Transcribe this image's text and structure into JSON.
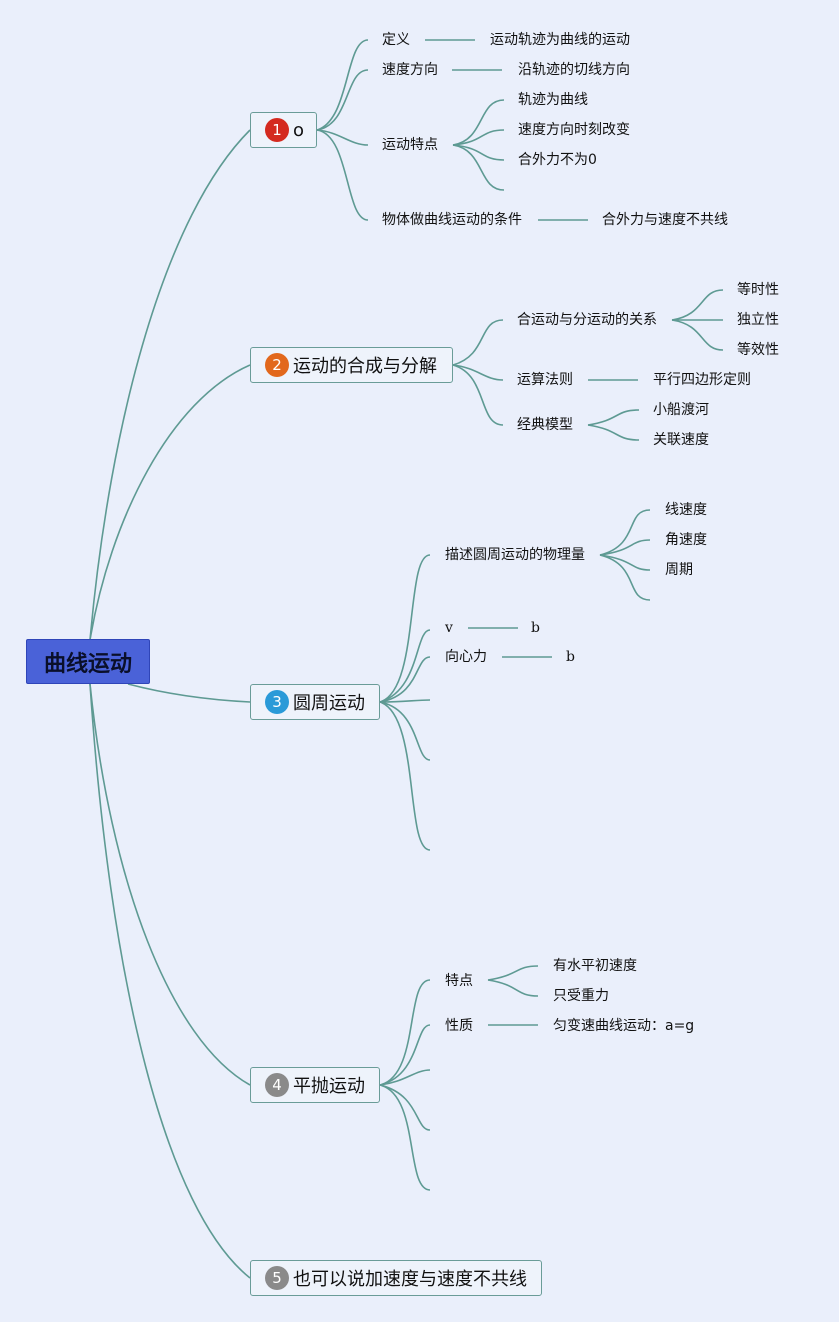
{
  "root": {
    "label": "曲线运动",
    "color": "#4a62d8"
  },
  "line_color": "#5e9a93",
  "topics": [
    {
      "badge": "1",
      "badge_color": "#d42a1f",
      "label": "o",
      "children": [
        {
          "label": "定义",
          "children": [
            {
              "label": "运动轨迹为曲线的运动"
            }
          ]
        },
        {
          "label": "速度方向",
          "children": [
            {
              "label": "沿轨迹的切线方向"
            }
          ]
        },
        {
          "label": "运动特点",
          "children": [
            {
              "label": "轨迹为曲线"
            },
            {
              "label": "速度方向时刻改变"
            },
            {
              "label": "合外力不为0"
            },
            {
              "label": ""
            }
          ]
        },
        {
          "label": "物体做曲线运动的条件",
          "children": [
            {
              "label": "合外力与速度不共线"
            }
          ]
        }
      ]
    },
    {
      "badge": "2",
      "badge_color": "#e2681c",
      "label": "运动的合成与分解",
      "children": [
        {
          "label": "合运动与分运动的关系",
          "children": [
            {
              "label": "等时性"
            },
            {
              "label": "独立性"
            },
            {
              "label": "等效性"
            }
          ]
        },
        {
          "label": "运算法则",
          "children": [
            {
              "label": "平行四边形定则"
            }
          ]
        },
        {
          "label": "经典模型",
          "children": [
            {
              "label": "小船渡河"
            },
            {
              "label": "关联速度"
            }
          ]
        }
      ]
    },
    {
      "badge": "3",
      "badge_color": "#2a9ad8",
      "label": "圆周运动",
      "children": [
        {
          "label": "描述圆周运动的物理量",
          "children": [
            {
              "label": "线速度"
            },
            {
              "label": "角速度"
            },
            {
              "label": "周期"
            },
            {
              "label": ""
            }
          ]
        },
        {
          "label": "v",
          "children": [
            {
              "label": "b"
            }
          ]
        },
        {
          "label": "向心力",
          "children": [
            {
              "label": "b"
            }
          ]
        },
        {
          "label": ""
        },
        {
          "label": ""
        },
        {
          "label": ""
        },
        {
          "label": ""
        }
      ]
    },
    {
      "badge": "4",
      "badge_color": "#8a8a8a",
      "label": "平抛运动",
      "children": [
        {
          "label": "特点",
          "children": [
            {
              "label": "有水平初速度"
            },
            {
              "label": "只受重力"
            }
          ]
        },
        {
          "label": "性质",
          "children": [
            {
              "label": "匀变速曲线运动：a=g"
            }
          ]
        },
        {
          "label": ""
        },
        {
          "label": ""
        },
        {
          "label": ""
        }
      ]
    },
    {
      "badge": "5",
      "badge_color": "#8a8a8a",
      "label": "也可以说加速度与速度不共线",
      "children": []
    }
  ]
}
